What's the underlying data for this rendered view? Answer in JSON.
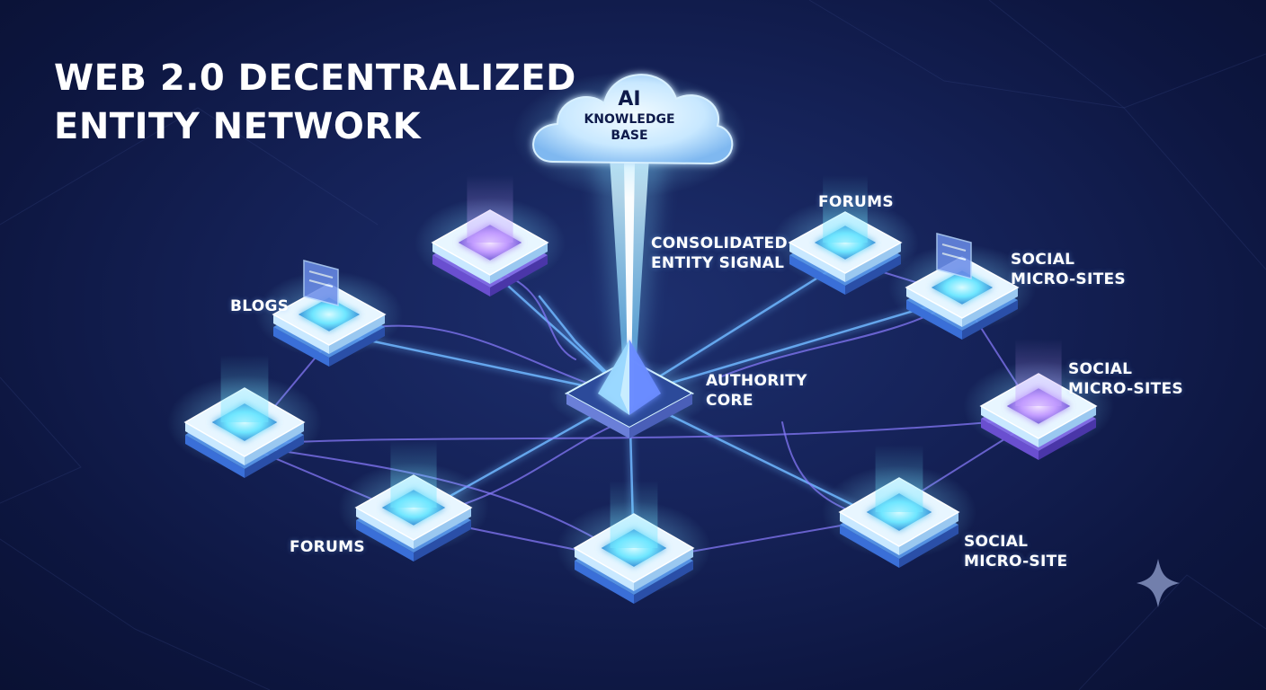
{
  "title": {
    "line1": "WEB 2.0 DECENTRALIZED",
    "line2": "ENTITY NETWORK"
  },
  "cloud": {
    "line1": "AI",
    "line2": "KNOWLEDGE",
    "line3": "BASE"
  },
  "labels": {
    "consolidated": {
      "line1": "CONSOLIDATED",
      "line2": "ENTITY SIGNAL"
    },
    "authority": {
      "line1": "AUTHORITY",
      "line2": "CORE"
    },
    "blogs": "BLOGS",
    "forums_top": "FORUMS",
    "forums_bottom": "FORUMS",
    "social_a": {
      "line1": "SOCIAL",
      "line2": "MICRO-SITES"
    },
    "social_b": {
      "line1": "SOCIAL",
      "line2": "MICRO-SITES"
    },
    "social_c": {
      "line1": "SOCIAL",
      "line2": "MICRO-SITE"
    }
  },
  "colors": {
    "background": "#0d1640",
    "beam": "#7fd8ff",
    "cyan_glow": "#5ce6ff",
    "purple_glow": "#b48cff",
    "connector": "#6fb6ff"
  },
  "icons": [
    "cloud-icon",
    "authority-core-prism-icon",
    "sparkle-icon"
  ]
}
